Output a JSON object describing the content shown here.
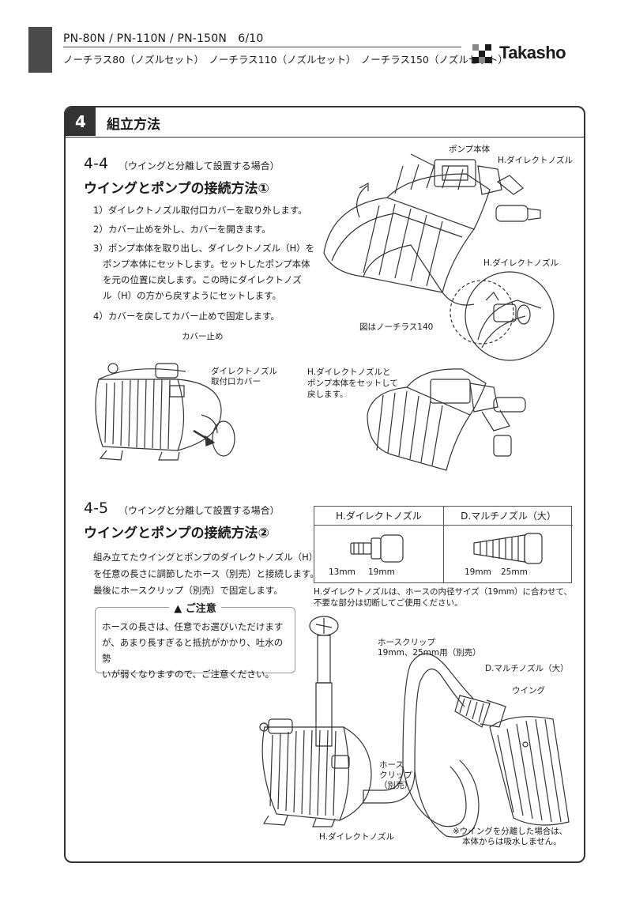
{
  "header": {
    "models": "PN-80N / PN-110N / PN-150N　6/10",
    "products": "ノーチラス80（ノズルセット）　ノーチラス110（ノズルセット）　ノーチラス150（ノズルセット）",
    "brand": "Takasho"
  },
  "section": {
    "number": "4",
    "title": "組立方法"
  },
  "step44": {
    "number": "4-4",
    "note": "（ウイングと分離して設置する場合）",
    "title": "ウイングとポンプの接続方法①",
    "instructions": [
      "1）ダイレクトノズル取付口カバーを取り外します。",
      "2）カバー止めを外し、カバーを開きます。",
      "3）ポンプ本体を取り出し、ダイレクトノズル（H）を",
      "ポンプ本体にセットします。セットしたポンプ本体",
      "を元の位置に戻します。この時にダイレクトノズ",
      "ル（H）の方から戻すようにセットします。",
      "4）カバーを戻してカバー止めで固定します。"
    ],
    "labels": {
      "pump_body": "ポンプ本体",
      "h_nozzle_top": "H.ダイレクトノズル",
      "h_nozzle_detail": "H.ダイレクトノズル",
      "figure_caption": "図はノーチラス140",
      "cover_stop": "カバー止め",
      "cover_line1": "ダイレクトノズル",
      "cover_line2": "取付口カバー",
      "set_line1": "H.ダイレクトノズルと",
      "set_line2": "ポンプ本体をセットして",
      "set_line3": "戻します。"
    }
  },
  "step45": {
    "number": "4-5",
    "note": "（ウイングと分離して設置する場合）",
    "title": "ウイングとポンプの接続方法②",
    "paragraph": [
      "組み立てたウイングとポンプのダイレクトノズル（H）",
      "を任意の長さに調節したホース（別売）と接続します。",
      "最後にホースクリップ（別売）で固定します。"
    ],
    "caution": {
      "title": "ご注意",
      "lines": [
        "ホースの長さは、任意でお選びいただけます",
        "が、あまり長すぎると抵抗がかかり、吐水の勢",
        "いが弱くなりますので、ご注意ください。"
      ]
    },
    "nozzle_table": {
      "h_title": "H.ダイレクトノズル",
      "h_size_a": "13mm",
      "h_size_b": "19mm",
      "d_title": "D.マルチノズル（大）",
      "d_size_a": "19mm",
      "d_size_b": "25mm"
    },
    "nozzle_note": [
      "H.ダイレクトノズルは、ホースの内径サイズ（19mm）に合わせて、",
      "不要な部分は切断してご使用ください。"
    ],
    "labels": {
      "hose_clip_top_1": "ホースクリップ",
      "hose_clip_top_2": "19mm、25mm用（別売）",
      "d_nozzle": "D.マルチノズル（大）",
      "wing": "ウイング",
      "hose_clip_mid_1": "ホース",
      "hose_clip_mid_2": "クリップ",
      "hose_clip_mid_3": "（別売）",
      "h_nozzle_bottom": "H.ダイレクトノズル",
      "footnote_1": "※ウイングを分離した場合は、",
      "footnote_2": "本体からは吸水しません。"
    }
  }
}
